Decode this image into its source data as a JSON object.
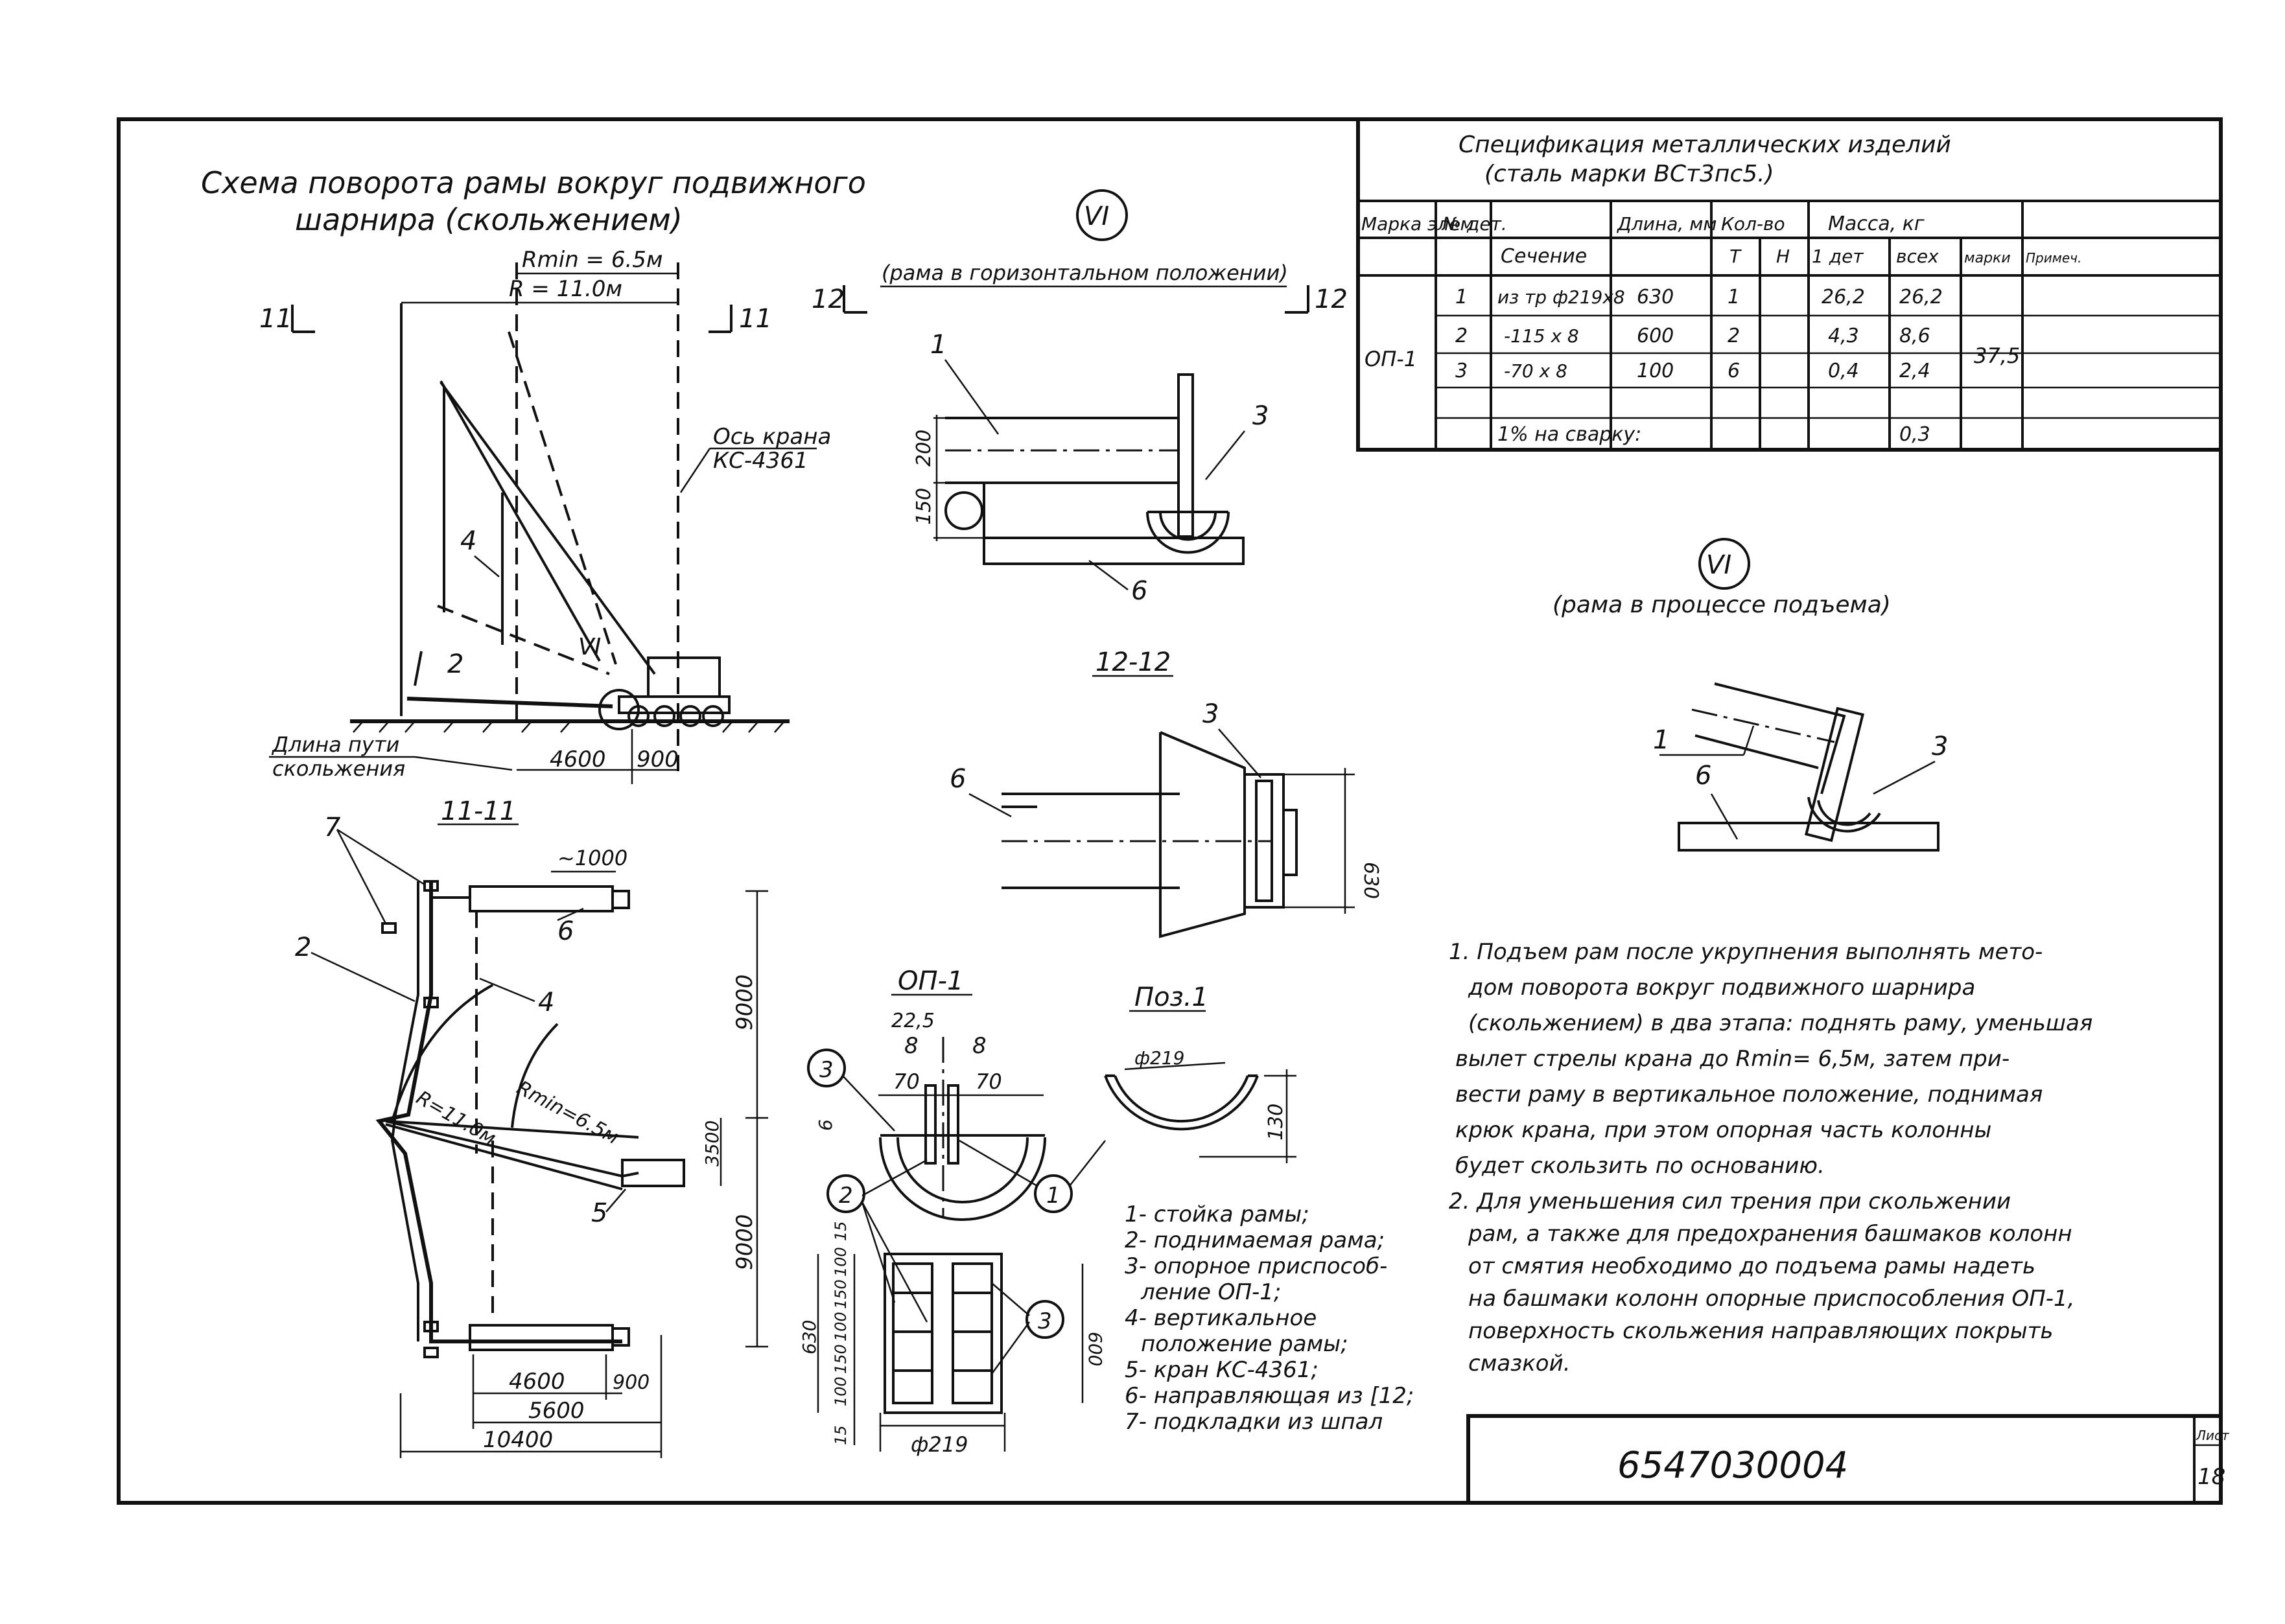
{
  "main_title": [
    "Схема поворота рамы вокруг подвижного",
    "шарнира (скольжением)"
  ],
  "scheme": {
    "rmin": "Rmin = 6.5м",
    "r": "R = 11.0м",
    "sec_mark": "11",
    "axis_label": [
      "Ось крана",
      "КС-4361"
    ],
    "pos4": "4",
    "pos2": "2",
    "vi": "VI",
    "path_label": [
      "Длина пути",
      "скольжения"
    ],
    "dim4600": "4600",
    "dim900": "900"
  },
  "section11": {
    "title": "11-11",
    "pos7": "7",
    "pos2": "2",
    "pos4": "4",
    "pos6": "6",
    "pos5": "5",
    "dim1000": "~1000",
    "r_label": "R=11.0м",
    "rmin_label": "Rmin=6.5м",
    "dim9000a": "9000",
    "dim9000b": "9000",
    "dim3500": "3500",
    "dim4600": "4600",
    "dim900": "900",
    "dim5600": "5600",
    "dim10400": "10400"
  },
  "view_vi_horizontal": {
    "vi": "VI",
    "caption": "(рама в горизонтальном положении)",
    "sec_mark": "12",
    "pos1": "1",
    "pos3": "3",
    "pos6": "6",
    "dim200": "200",
    "dim150": "150"
  },
  "section12": {
    "title": "12-12",
    "pos3": "3",
    "pos6": "6",
    "dim630": "630"
  },
  "op1": {
    "title": "ОП-1",
    "dims_top": [
      "22,5",
      "8",
      "8",
      "70",
      "70",
      "6"
    ],
    "pos3": "3",
    "pos2": "2",
    "pos1": "1",
    "dims_side": [
      "15",
      "100",
      "150",
      "100",
      "150",
      "100",
      "15"
    ],
    "dim630": "630",
    "dim600": "600",
    "dim219": "ф219"
  },
  "pos1_detail": {
    "title": "Поз.1",
    "dia": "ф219",
    "dim130": "130"
  },
  "legend": [
    "1- стойка рамы;",
    "2- поднимаемая рама;",
    "3- опорное приспособ-",
    "ление ОП-1;",
    "4- вертикальное",
    "положение рамы;",
    "5- кран КС-4361;",
    "6- направляющая из [12;",
    "7- подкладки из шпал"
  ],
  "spec": {
    "title": [
      "Спецификация металлических изделий",
      "(сталь марки ВСт3пс5.)"
    ],
    "headers": [
      "Марка элем.",
      "№ дет.",
      "Сечение",
      "Длина, мм",
      "Кол-во",
      "Т",
      "Н",
      "Масса, кг",
      "1 дет",
      "всех",
      "марки",
      "Примеч."
    ],
    "mark": "ОП-1",
    "rows": [
      [
        "1",
        "из тр ф219х8",
        "630",
        "1",
        "",
        "26,2",
        "26,2"
      ],
      [
        "2",
        "-115 х 8",
        "600",
        "2",
        "",
        "4,3",
        "8,6"
      ],
      [
        "3",
        "-70 х 8",
        "100",
        "6",
        "",
        "0,4",
        "2,4"
      ]
    ],
    "mark_mass": "37,5",
    "weld_label": "1% на сварку:",
    "weld_value": "0,3"
  },
  "view_vi_lifting": {
    "vi": "VI",
    "caption": "(рама в процессе подъема)",
    "pos1": "1",
    "pos3": "3",
    "pos6": "6"
  },
  "notes": [
    "1. Подъем рам после укрупнения выполнять мето-",
    "дом поворота вокруг подвижного шарнира",
    "(скольжением) в два этапа: поднять раму, уменьшая",
    "вылет стрелы крана до Rmin= 6,5м, затем при-",
    "вести раму в вертикальное положение, поднимая",
    "крюк крана, при этом опорная часть колонны",
    "будет скользить по основанию.",
    "2. Для уменьшения сил трения при скольжении",
    "рам, а также для предохранения башмаков колонн",
    "от смятия необходимо до подъема рамы надеть",
    "на башмаки колонн опорные приспособления ОП-1,",
    "поверхность скольжения направляющих покрыть",
    "смазкой."
  ],
  "stamp": {
    "code": "6547030004",
    "sheet_label": "Лист",
    "sheet_no": "18"
  }
}
